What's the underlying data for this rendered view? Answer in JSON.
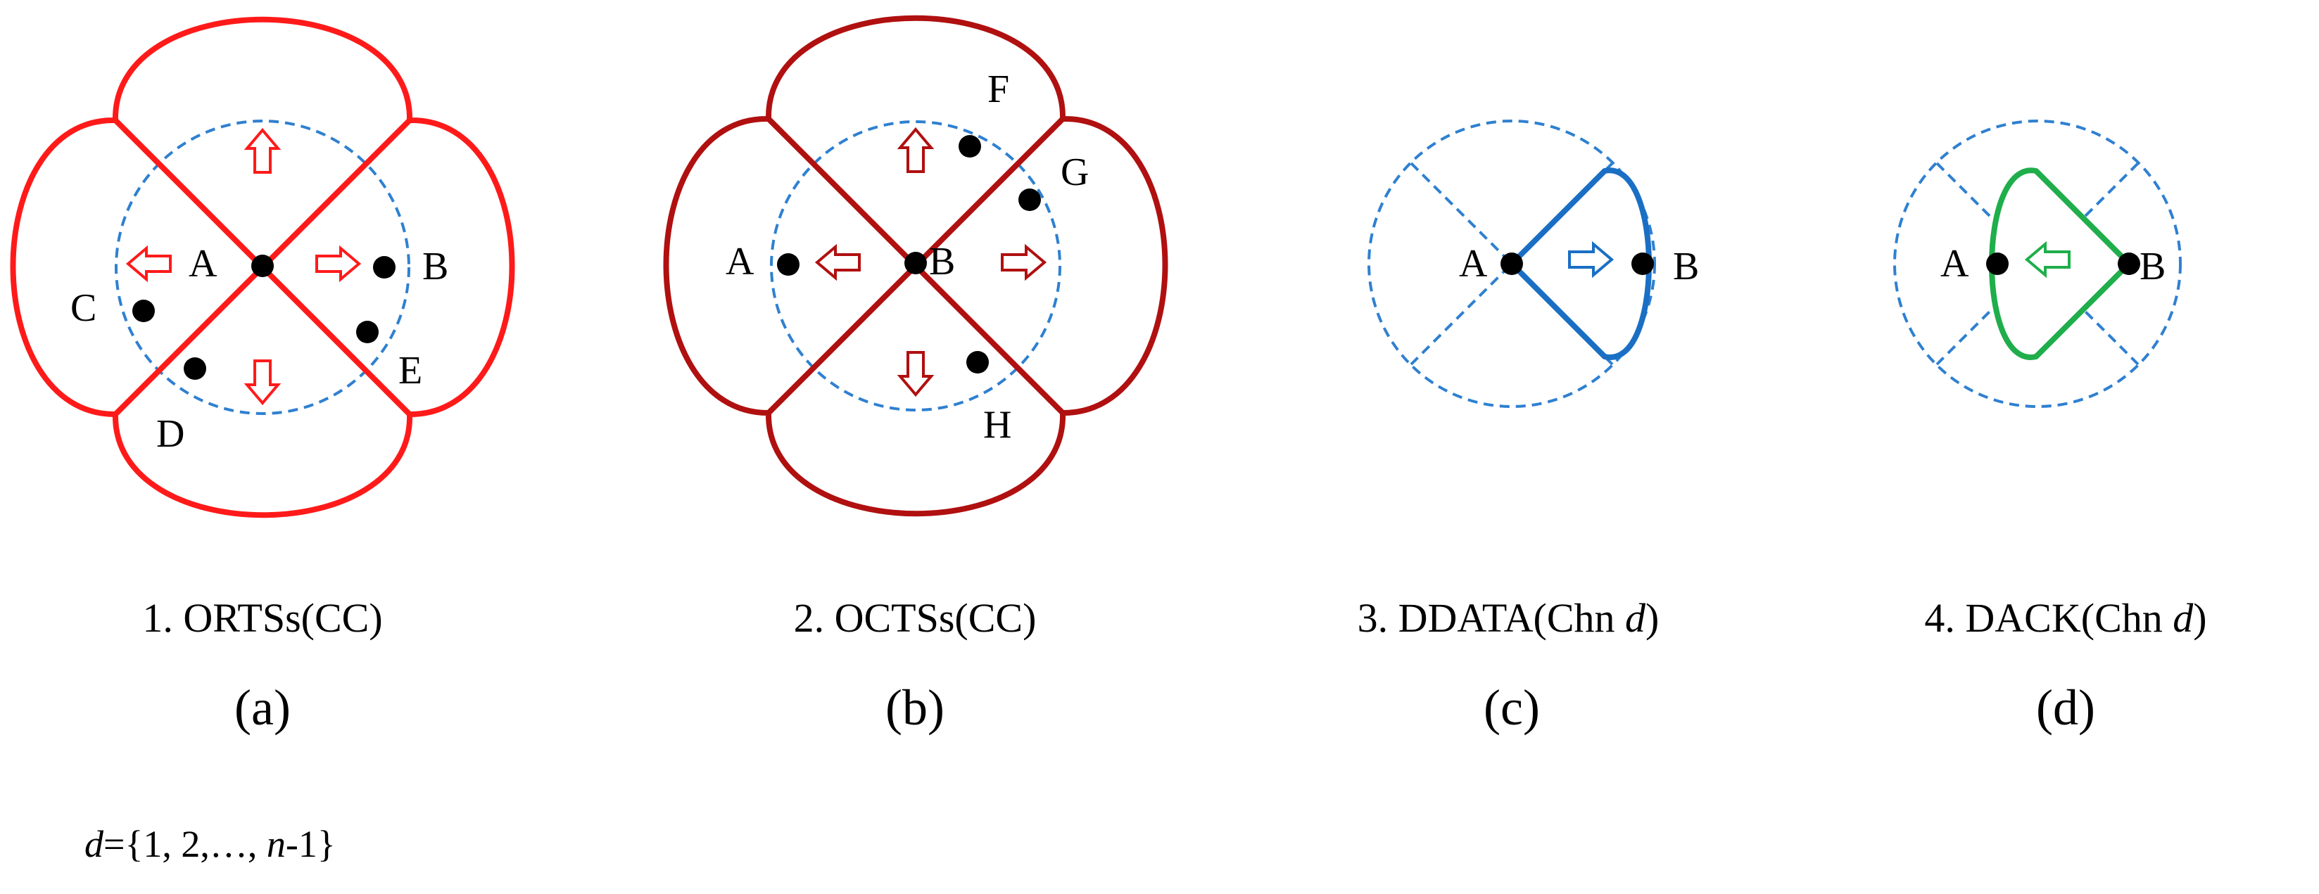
{
  "colors": {
    "panel_a": "#ff1a1a",
    "panel_b": "#b01010",
    "panel_c": "#1a6fc4",
    "panel_d": "#1fae4b",
    "dashed_circle": "#2f80d0",
    "node": "#000000"
  },
  "panels": [
    {
      "id": "a",
      "caption": "1. ORTSs(CC)",
      "sublabel": "(a)",
      "labels": {
        "A": "A",
        "B": "B",
        "C": "C",
        "D": "D",
        "E": "E"
      }
    },
    {
      "id": "b",
      "caption": "2. OCTSs(CC)",
      "sublabel": "(b)",
      "labels": {
        "A": "A",
        "B": "B",
        "F": "F",
        "G": "G",
        "H": "H"
      }
    },
    {
      "id": "c",
      "caption_main": "3. DDATA(Chn ",
      "caption_var": "d",
      "caption_end": ")",
      "sublabel": "(c)",
      "labels": {
        "A": "A",
        "B": "B"
      }
    },
    {
      "id": "d",
      "caption_main": "4. DACK(Chn ",
      "caption_var": "d",
      "caption_end": ")",
      "sublabel": "(d)",
      "labels": {
        "A": "A",
        "B": "B"
      }
    }
  ],
  "footnote": {
    "var": "d",
    "mid": "={1, 2,…, ",
    "n": "n",
    "end": "-1}"
  }
}
